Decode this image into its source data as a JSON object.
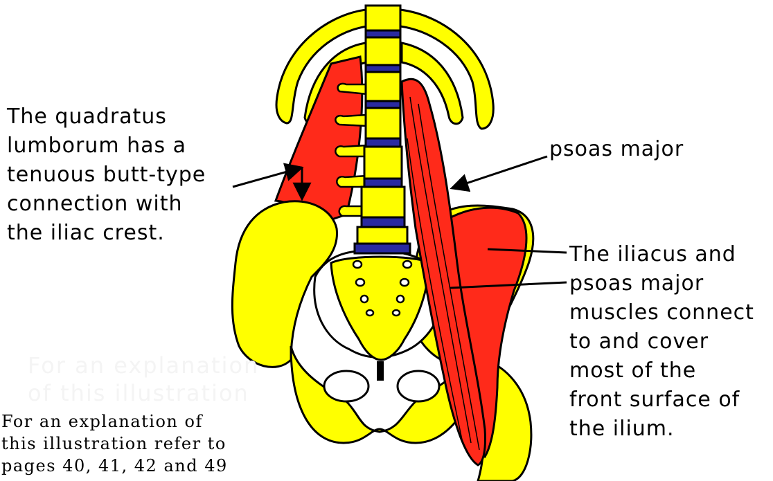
{
  "colors": {
    "bone": "#ffff00",
    "muscle": "#ff2a1a",
    "disc": "#2a2aa0",
    "outline": "#000000",
    "background": "#ffffff",
    "ghost_text": "#f4f4f4"
  },
  "labels": {
    "quadratus": {
      "line1": "The quadratus",
      "line2": "lumborum has a",
      "line3": "tenuous butt-type",
      "line4": "connection with",
      "line5": "the iliac crest."
    },
    "psoas": "psoas major",
    "iliacus": {
      "line1": "The iliacus and",
      "line2": "psoas major",
      "line3": "muscles connect",
      "line4": "to and cover",
      "line5": "most of the",
      "line6": "front surface of",
      "line7": "the ilium."
    }
  },
  "reference": {
    "line1": "For an explanation of",
    "line2": "this illustration refer to",
    "line3": "pages 40, 41, 42 and 49"
  },
  "ghost": {
    "line1": "For an explanation",
    "line2": "of this illustration"
  }
}
